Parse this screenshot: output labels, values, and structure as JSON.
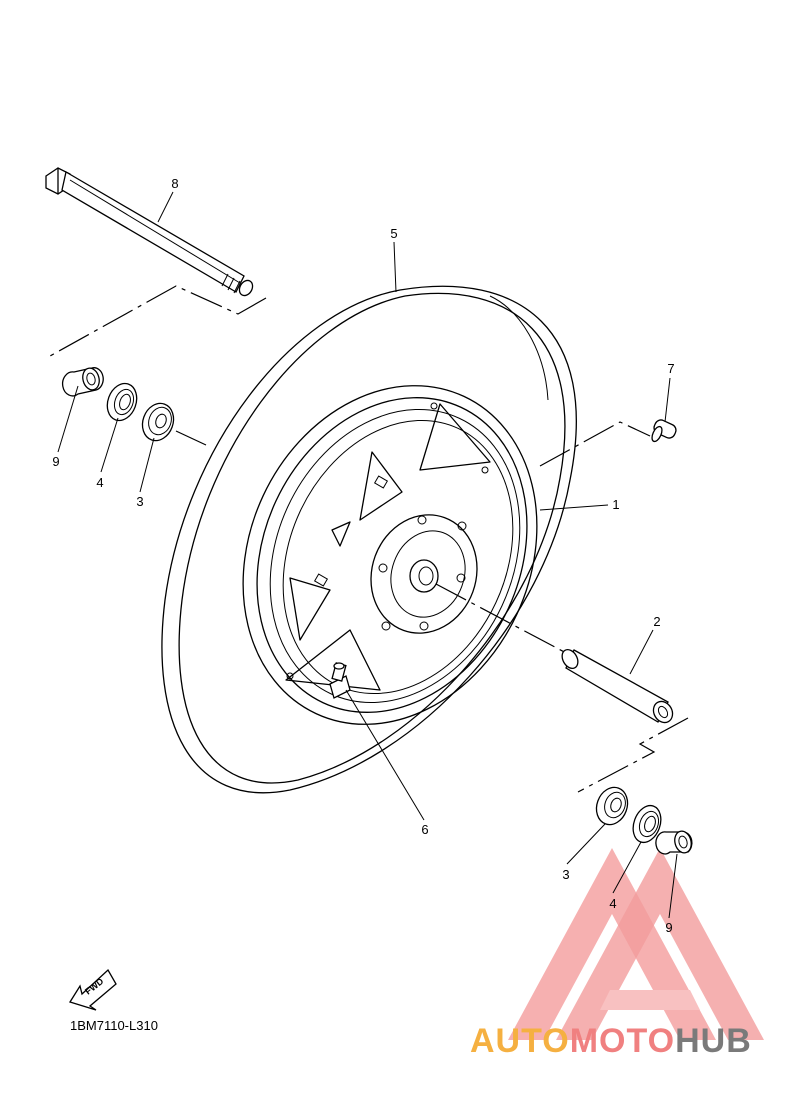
{
  "diagram_code": "1BM7110-L310",
  "fwd_label": "FWD",
  "callouts": {
    "axle": "8",
    "tire": "5",
    "valve_cap_top": "7",
    "wheel": "1",
    "collar_right": "2",
    "valve": "6",
    "collar_left_top": "9",
    "seal_left_top": "4",
    "bearing_left_top": "3",
    "bearing_right": "3",
    "seal_right": "4",
    "collar_right_bottom": "9"
  },
  "watermark": {
    "text_part1": "AUTO",
    "text_part2": "MOTO",
    "text_part3": "HUB",
    "colors": {
      "orange": "#f5a623",
      "red": "#f08080",
      "gray": "#7a7a7a"
    }
  }
}
